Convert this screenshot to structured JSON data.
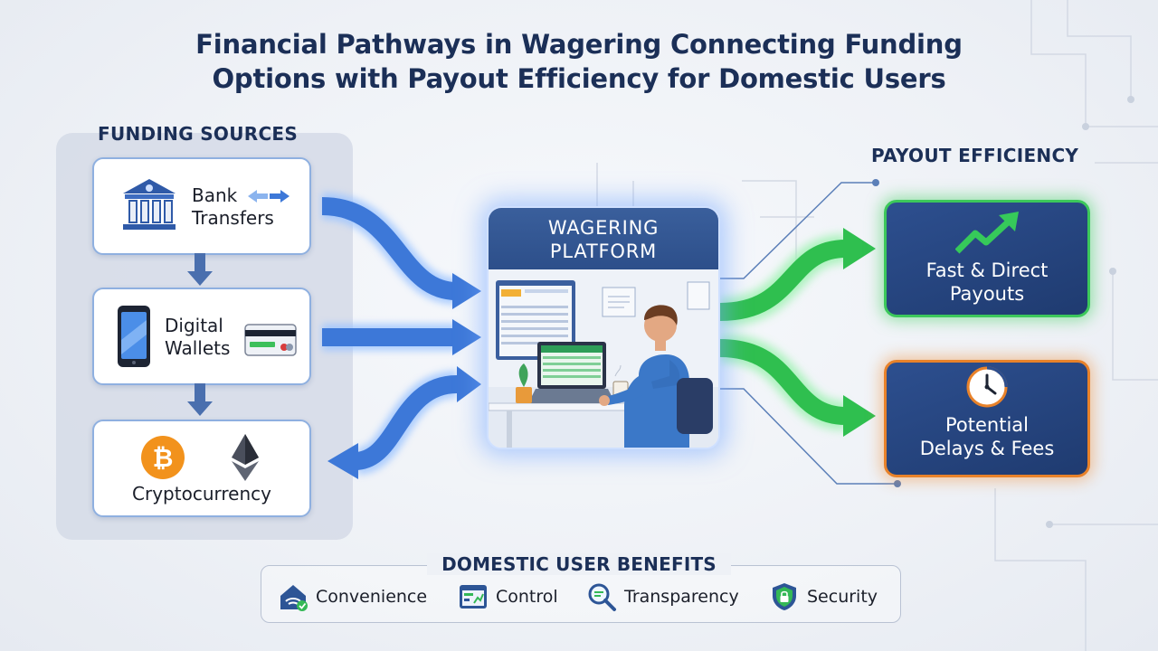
{
  "title": {
    "line1": "Financial Pathways in Wagering Connecting Funding",
    "line2": "Options with Payout Efficiency for Domestic Users"
  },
  "funding": {
    "heading": "FUNDING SOURCES",
    "sources": [
      {
        "line1": "Bank",
        "line2": "Transfers",
        "icon": "bank-icon"
      },
      {
        "line1": "Digital",
        "line2": "Wallets",
        "icon": "smartphone-icon"
      },
      {
        "line1": "Cryptocurrency",
        "icon": "bitcoin-icon"
      }
    ]
  },
  "platform": {
    "line1": "WAGERING",
    "line2": "PLATFORM"
  },
  "payout": {
    "heading": "PAYOUT EFFICIENCY",
    "fast": {
      "line1": "Fast & Direct",
      "line2": "Payouts",
      "icon": "trend-up-arrow-icon"
    },
    "slow": {
      "line1": "Potential",
      "line2": "Delays & Fees",
      "icon": "clock-icon"
    }
  },
  "benefits": {
    "heading": "DOMESTIC USER BENEFITS",
    "items": [
      {
        "label": "Convenience",
        "icon": "home-wifi-icon"
      },
      {
        "label": "Control",
        "icon": "dashboard-icon"
      },
      {
        "label": "Transparency",
        "icon": "magnifier-icon"
      },
      {
        "label": "Security",
        "icon": "shield-lock-icon"
      }
    ]
  },
  "colors": {
    "navy": "#1b2f57",
    "flow_blue": "#3d78d8",
    "flow_green": "#2fbf4f",
    "fast_border": "#3cc85b",
    "slow_border": "#e8822a",
    "card_border": "#8fb0e0"
  }
}
